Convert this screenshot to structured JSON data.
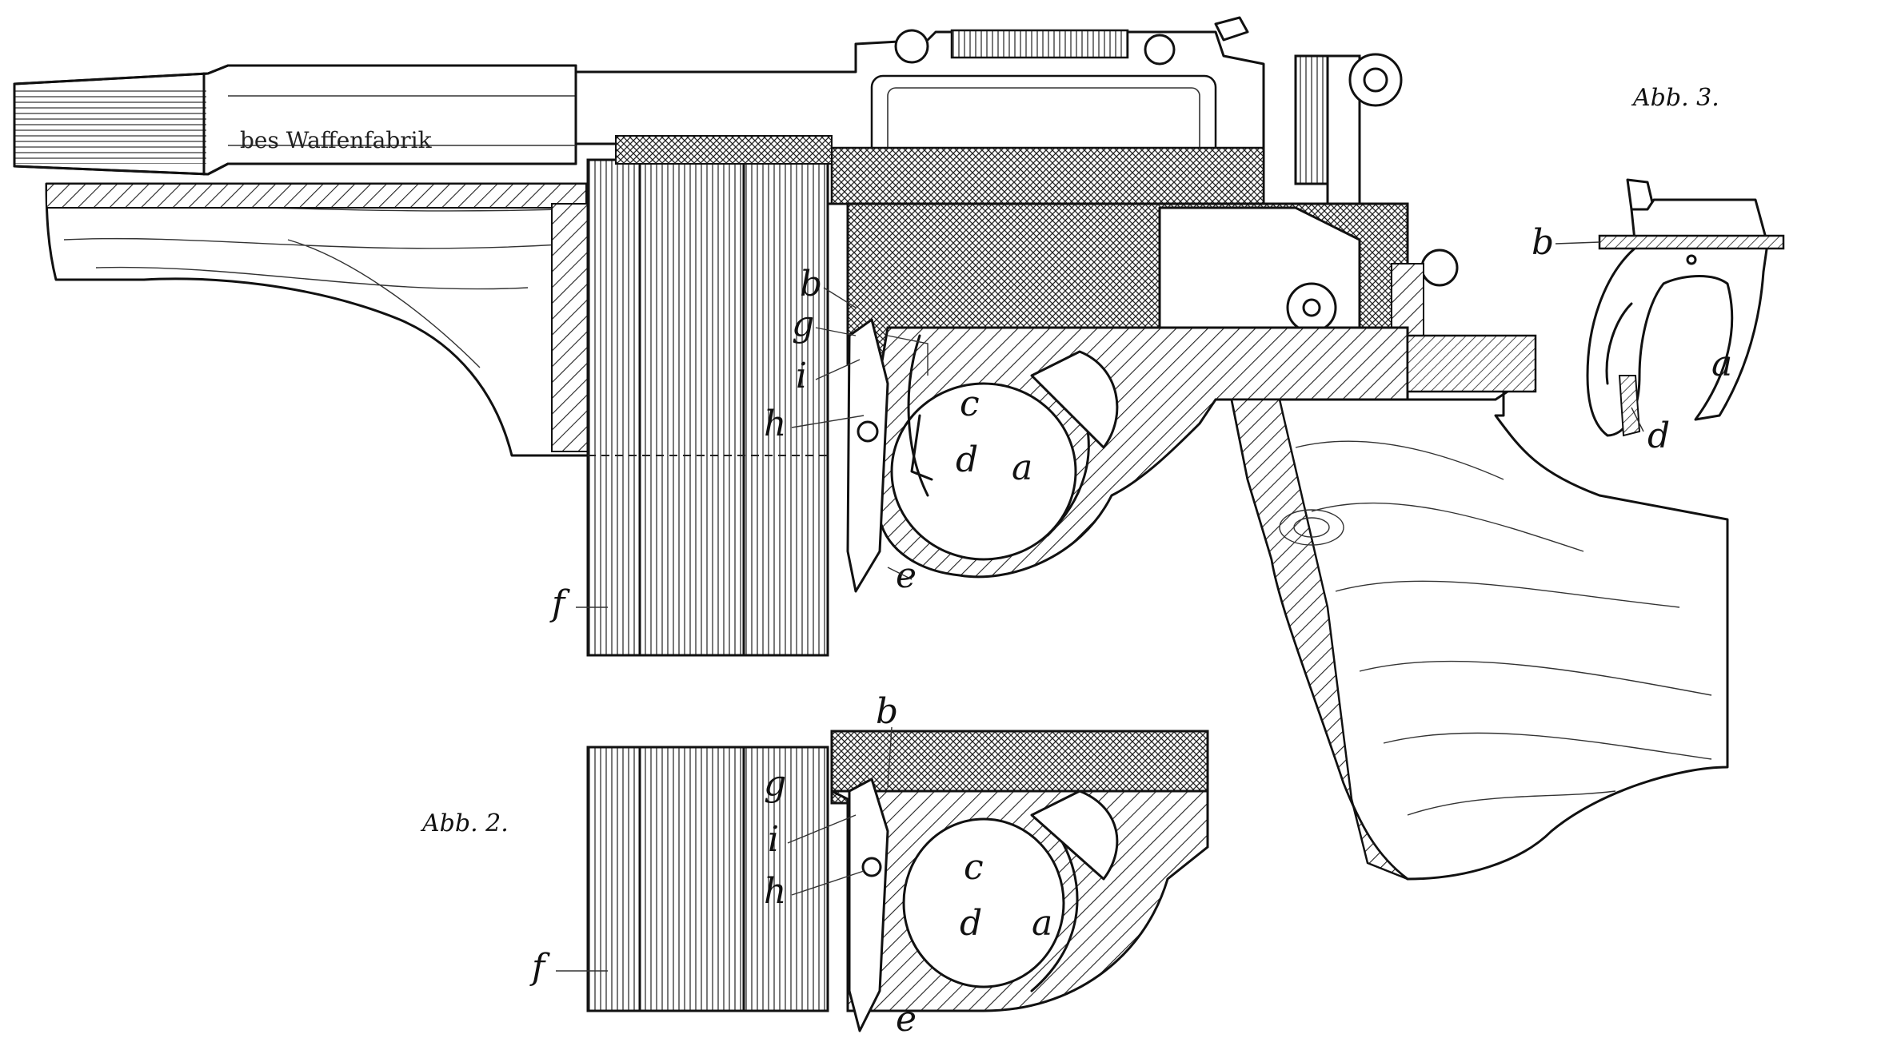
{
  "figures": {
    "fig2_caption": "Abb. 2.",
    "fig3_caption": "Abb. 3."
  },
  "engraving": "bes Waffenfabrik",
  "labels_fig1": {
    "a": "a",
    "b": "b",
    "c": "c",
    "d": "d",
    "e": "e",
    "f": "f",
    "g": "g",
    "h": "h",
    "i": "i"
  },
  "labels_fig2": {
    "a": "a",
    "b": "b",
    "c": "c",
    "d": "d",
    "e": "e",
    "f": "f",
    "g": "g",
    "h": "h",
    "i": "i"
  },
  "labels_fig3": {
    "a": "a",
    "b": "b",
    "d": "d"
  }
}
